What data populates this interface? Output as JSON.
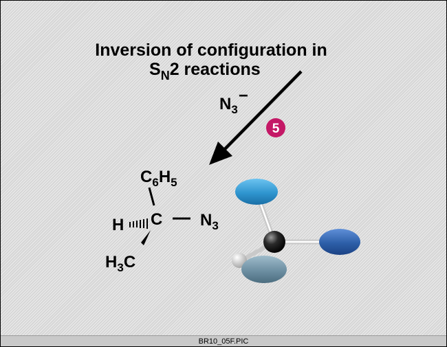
{
  "title_line1": "Inversion of configuration in",
  "title_line2_s": "S",
  "title_line2_sub": "N",
  "title_line2_rest": "2 reactions",
  "nucleophile_base": "N",
  "nucleophile_sub": "3",
  "nucleophile_charge": "−",
  "step_number": "5",
  "substituents": {
    "top_base": "C",
    "top_sub": "6",
    "top_tail": "H",
    "top_tail_sub": "5",
    "center": "C",
    "left": "H",
    "right_base": "N",
    "right_sub": "3",
    "bottom_base": "H",
    "bottom_sub": "3",
    "bottom_tail": "C"
  },
  "footer_label": "BR10_05F.PIC",
  "colors": {
    "step_badge": "#c41866",
    "carbon_atom": "#2a2a2a",
    "hydrogen_atom": "#e4e4e4",
    "top_lobe": "#2f95cf",
    "right_lobe": "#2d5fa8",
    "bottom_lobe": "#6d8fa2"
  }
}
